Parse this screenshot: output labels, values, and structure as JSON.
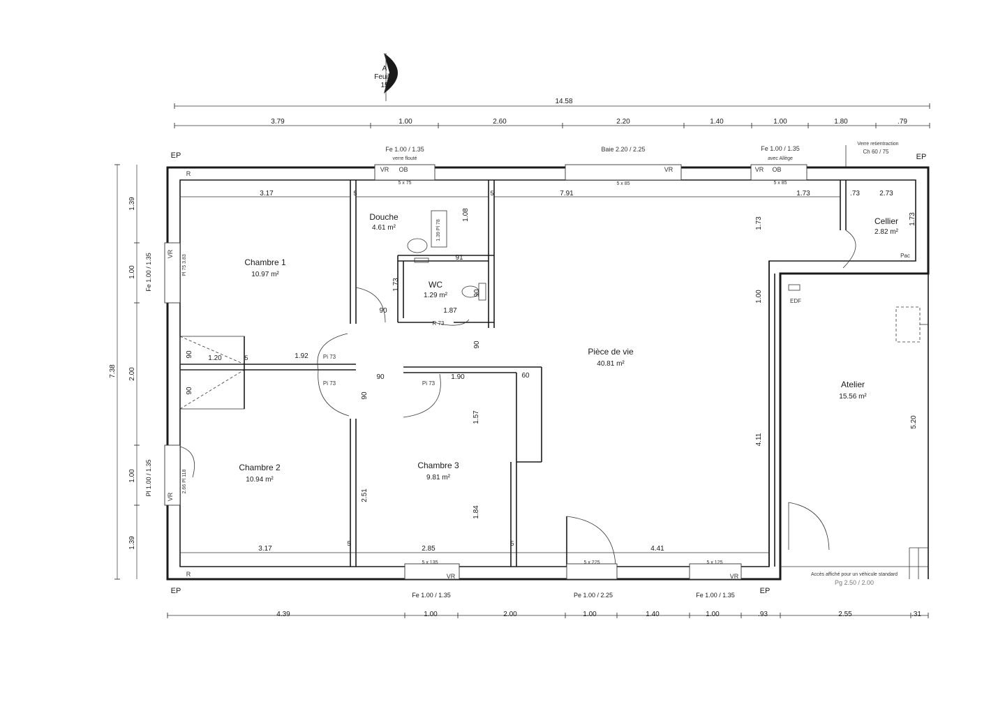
{
  "section_marker": {
    "letter": "A",
    "sheet_label": "Feuille",
    "sheet_number": "15"
  },
  "dims_top_total": "14.58",
  "dims_top": [
    "3.79",
    "1.00",
    "2.60",
    "2.20",
    "1.40",
    "1.00",
    "1.80",
    ".79"
  ],
  "dims_bottom": [
    "4.39",
    "1.00",
    "2.00",
    "1.00",
    "1.40",
    "1.00",
    ".93",
    "2.55",
    ".31"
  ],
  "dims_left_total": "7.38",
  "dims_left": [
    "1.39",
    "1.00",
    "2.00",
    "1.00",
    "1.39"
  ],
  "openings": {
    "top_fe1": {
      "line1": "Fe 1.00 / 1.35",
      "line2": "verre flouté"
    },
    "top_baie": "Baie 2.20 / 2.25",
    "top_fe2": {
      "line1": "Fe 1.00 / 1.35",
      "line2": "avec Allège"
    },
    "top_verre": {
      "line1": "Verre retientraction",
      "line2": "Ch 60 / 75"
    },
    "left_fe": "Fe 1.00 / 1.35",
    "left_pl": "Pl 1.00 / 1.35",
    "bottom_fe1": "Fe 1.00 / 1.35",
    "bottom_pe": "Pe 1.00 / 2.25",
    "bottom_fe2": "Fe 1.00 / 1.35"
  },
  "ep": "EP",
  "codes": {
    "vr": "VR",
    "ob": "OB",
    "r": "R",
    "pac": "Pac",
    "edf": "EDF",
    "pi73": "Pi 73",
    "r73": "R 73"
  },
  "sizes": {
    "s575": "5 x 75",
    "s585": "5 x 85",
    "s5135": "5 x 135",
    "s5225": "5 x 225",
    "s5125": "5 x 125",
    "pl": "Pl 75 3.83",
    "pl2": "2.66 Pl 118",
    "dim_vert": "1.39 Pl 78"
  },
  "rooms": {
    "chambre1": {
      "name": "Chambre 1",
      "area": "10.97 m²"
    },
    "douche": {
      "name": "Douche",
      "area": "4.61 m²"
    },
    "wc": {
      "name": "WC",
      "area": "1.29 m²"
    },
    "piece_de_vie": {
      "name": "Pièce de vie",
      "area": "40.81 m²"
    },
    "cellier": {
      "name": "Cellier",
      "area": "2.82 m²"
    },
    "atelier": {
      "name": "Atelier",
      "area": "15.56 m²"
    },
    "chambre2": {
      "name": "Chambre 2",
      "area": "10.94 m²"
    },
    "chambre3": {
      "name": "Chambre 3",
      "area": "9.81 m²"
    }
  },
  "inner_dims": {
    "d317a": "3.17",
    "d5": "5",
    "d791": "7.91",
    "d173": "1.73",
    "d173b": ".73",
    "d273": "2.73",
    "d108": "1.08",
    "d91": "91",
    "d90": "90",
    "d187": "1.87",
    "d120": "1.20",
    "d192": "1.92",
    "d190": "1.90",
    "d60": "60",
    "d100": "1.00",
    "d411": "4.11",
    "d520": "5.20",
    "d157": "1.57",
    "d184": "1.84",
    "d251": "2.51",
    "d317b": "3.17",
    "d285": "2.85",
    "d441": "4.41"
  },
  "garage": {
    "line1": "Accès affiché pour un véhicule standard",
    "line2": "Pg 2.50 / 2.00"
  }
}
